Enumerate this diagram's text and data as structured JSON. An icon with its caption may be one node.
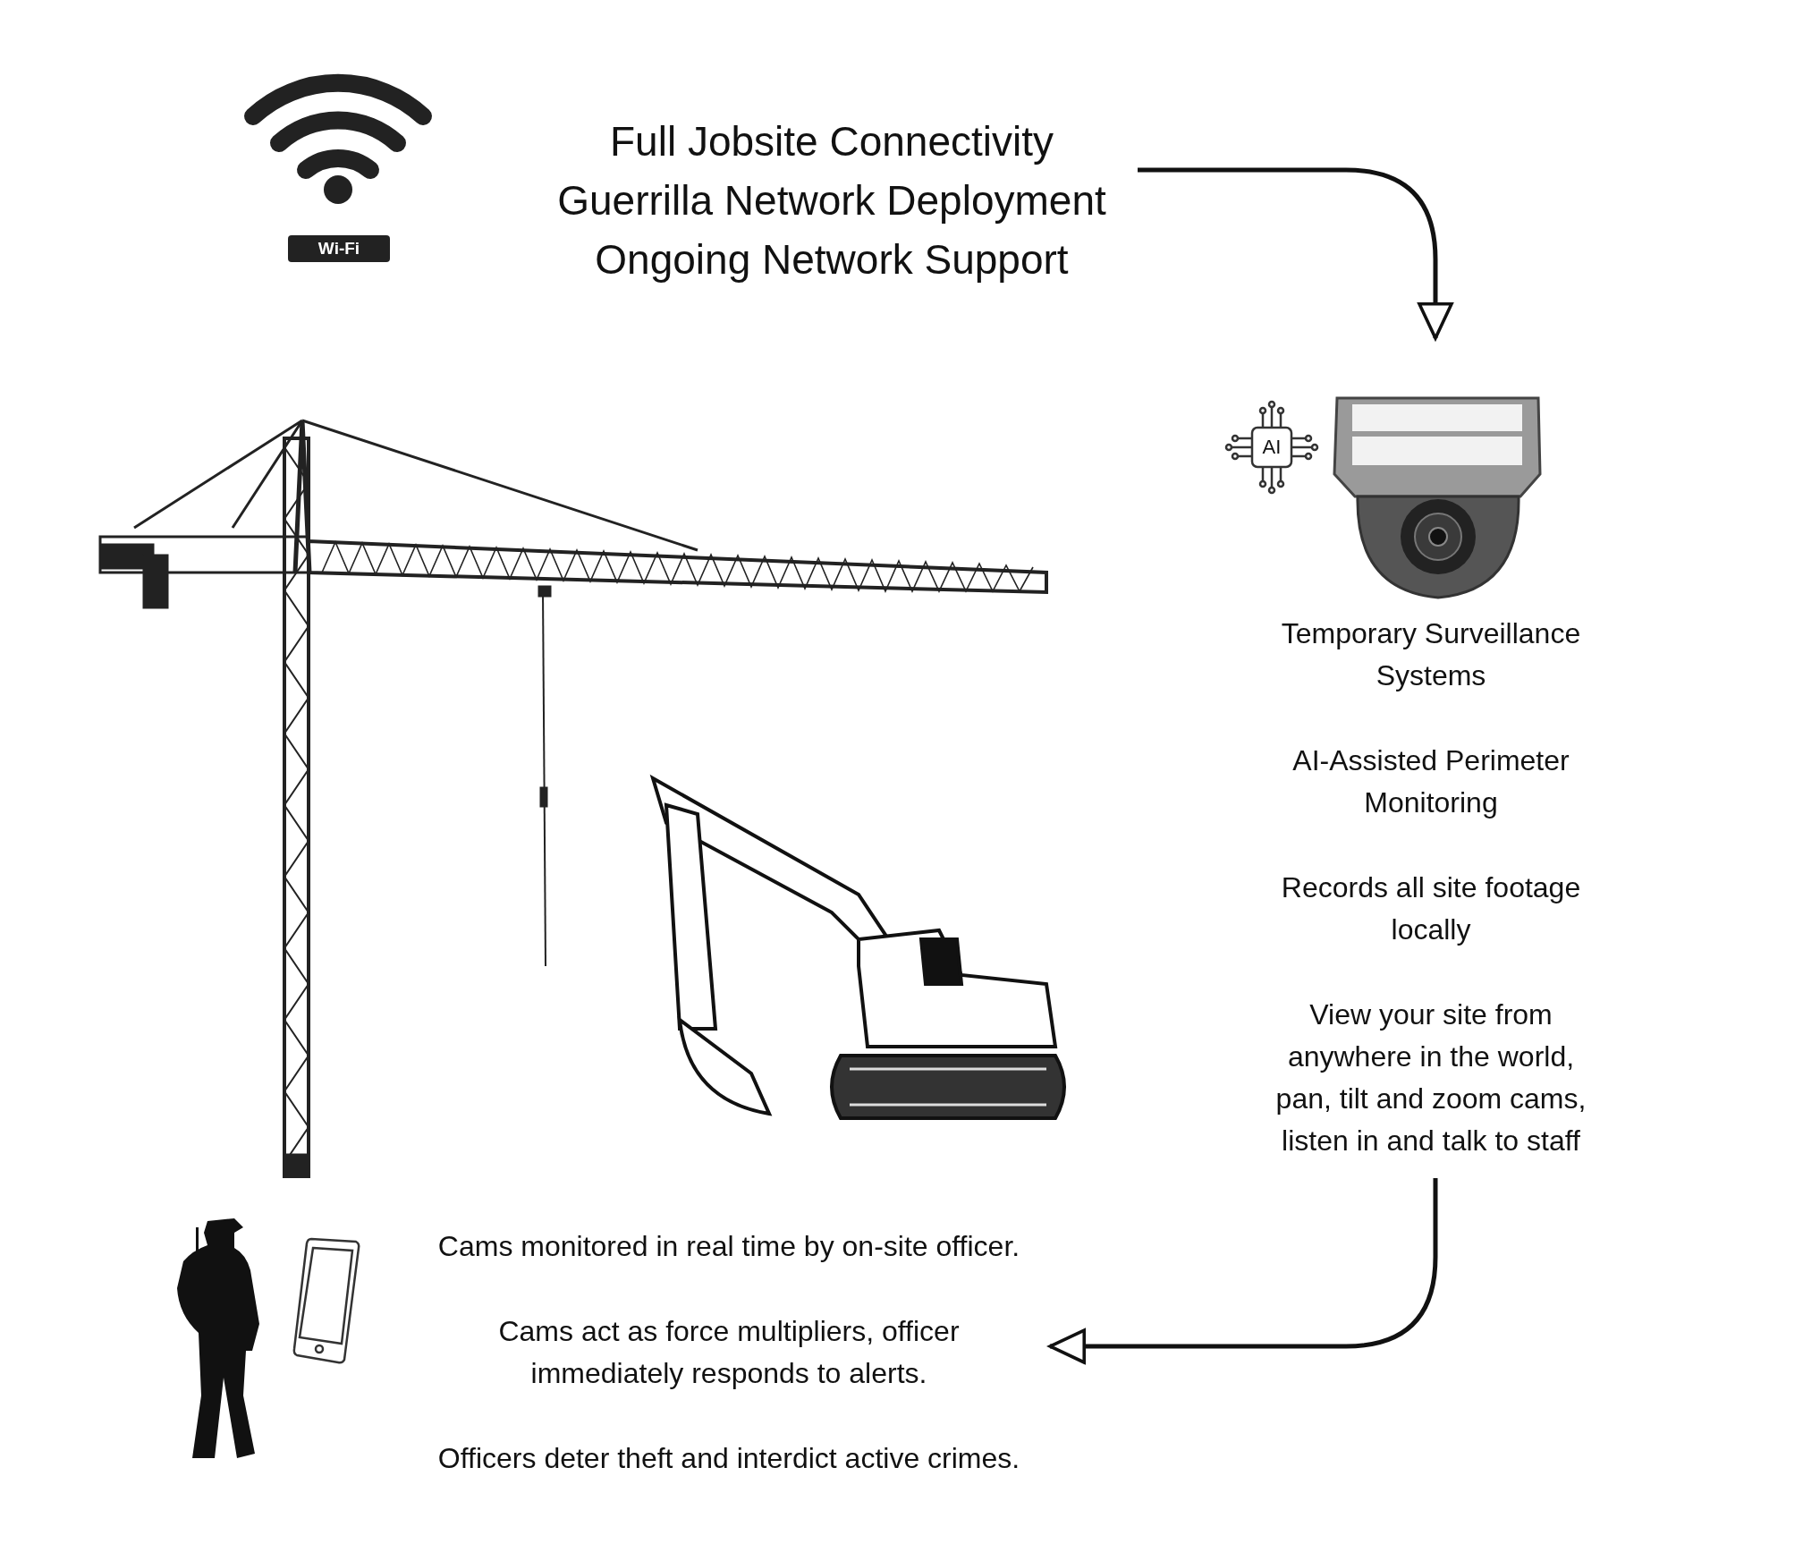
{
  "diagram": {
    "nodes": [
      {
        "text": [
          "Full Jobsite Connectivity",
          "Guerrilla Network Deployment",
          "Ongoing Network Support"
        ]
      },
      {
        "text": [
          "Temporary Surveillance Systems",
          "AI-Assisted Perimeter Monitoring",
          "Records all site footage locally",
          "View your site from anywhere in the world, pan, tilt and zoom cams, listen in and talk to staff"
        ]
      },
      {
        "text": [
          "Cams monitored in real time by on-site officer.",
          "Cams act as force multipliers, officer immediately responds to alerts.",
          "Officers deter theft and interdict active crimes."
        ]
      }
    ],
    "edges": [
      {
        "from": 0,
        "to": 1,
        "arrow": "to"
      },
      {
        "from": 1,
        "to": 2,
        "arrow": "to"
      }
    ],
    "labels": [
      "Wi-Fi",
      "AI"
    ]
  }
}
